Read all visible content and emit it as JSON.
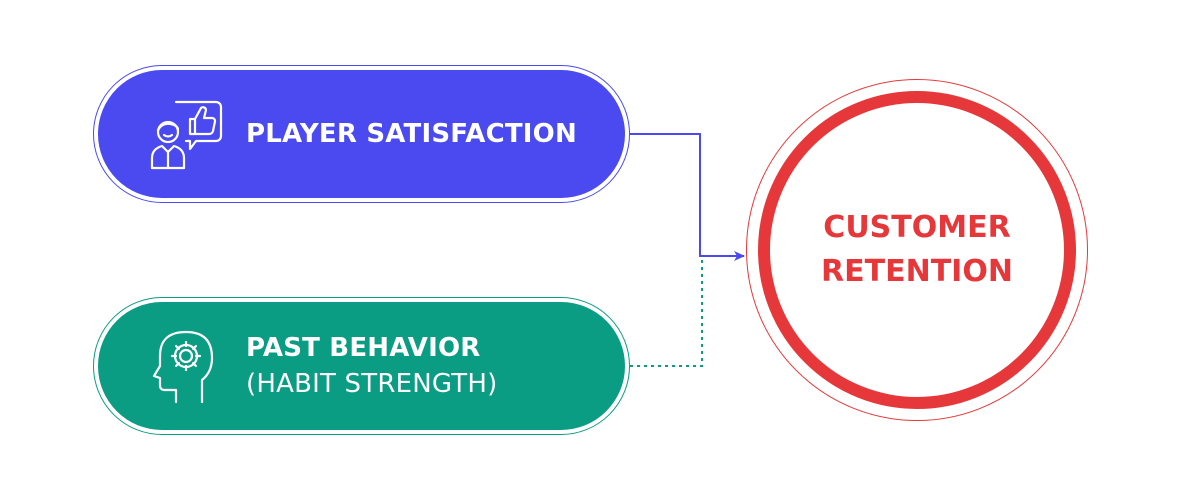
{
  "factors": [
    {
      "lines": [
        "PLAYER SATISFACTION"
      ],
      "icon": "satisfied-player-thumbs-up-icon",
      "color": "#4a4af0"
    },
    {
      "lines": [
        "PAST BEHAVIOR",
        "(HABIT STRENGTH)"
      ],
      "icon": "head-gear-icon",
      "color": "#0b9d84"
    }
  ],
  "target": {
    "lines": [
      "CUSTOMER",
      "RETENTION"
    ],
    "color": "#e6383a"
  },
  "connectors": [
    {
      "from": "PLAYER SATISFACTION",
      "to": "CUSTOMER RETENTION",
      "style": "solid",
      "arrow": true,
      "color": "#4a4af0"
    },
    {
      "from": "PAST BEHAVIOR",
      "to": "CUSTOMER RETENTION",
      "style": "dotted",
      "arrow": false,
      "color": "#0b9d84"
    }
  ]
}
